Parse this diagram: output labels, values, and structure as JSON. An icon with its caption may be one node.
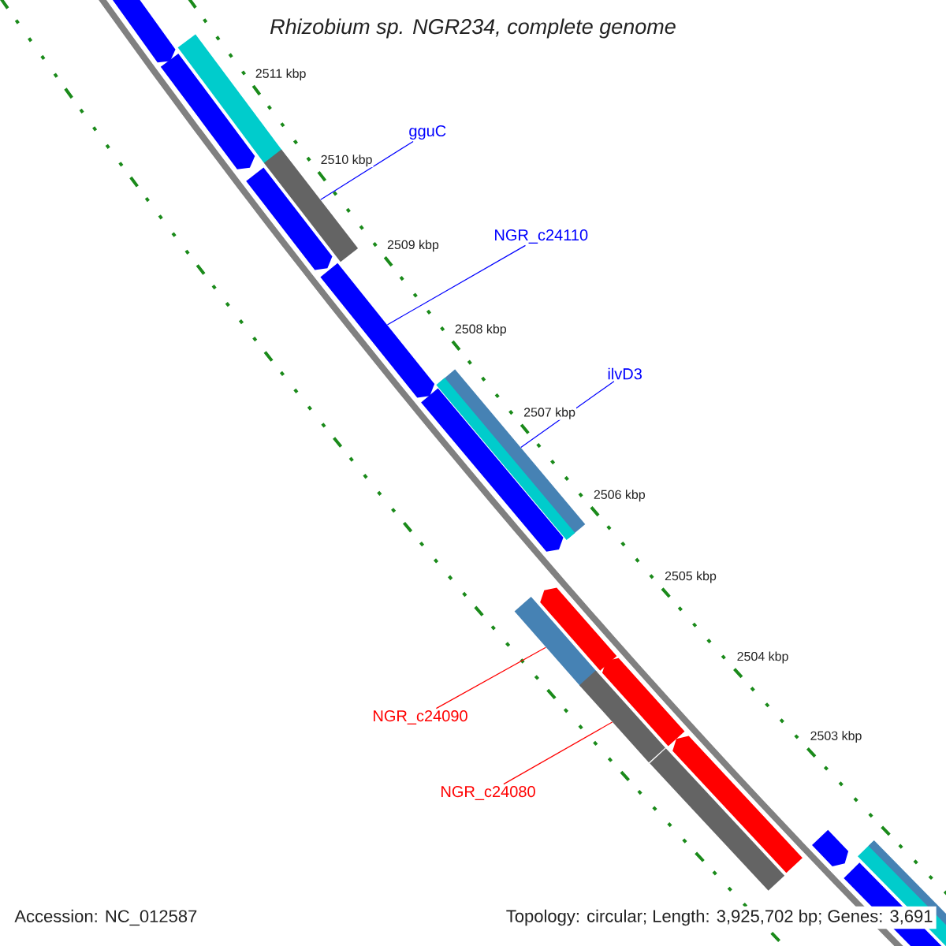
{
  "diagram": {
    "title": "Rhizobium sp. NGR234, complete genome",
    "nodes": [
      {
        "text": [
          "gguC"
        ]
      },
      {
        "text": [
          "NGR_c24110"
        ]
      },
      {
        "text": [
          "ilvD3"
        ]
      },
      {
        "text": [
          "NGR_c24090"
        ]
      },
      {
        "text": [
          "NGR_c24080"
        ]
      },
      {
        "text": [],
        "shape": "arrow"
      },
      {
        "text": [],
        "shape": "box"
      },
      {
        "text": [],
        "shape": "arrow"
      },
      {
        "text": [],
        "shape": "box"
      },
      {
        "text": [],
        "shape": "arrow"
      },
      {
        "text": [],
        "shape": "arrow"
      },
      {
        "text": [],
        "shape": "box"
      },
      {
        "text": [],
        "shape": "arrow"
      },
      {
        "text": [],
        "shape": "arrow"
      },
      {
        "text": [],
        "shape": "box"
      },
      {
        "text": [],
        "shape": "arrow"
      },
      {
        "text": [],
        "shape": "box"
      },
      {
        "text": [],
        "shape": "arrow"
      },
      {
        "text": [],
        "shape": "box"
      },
      {
        "text": [],
        "shape": "arrow"
      },
      {
        "text": [],
        "shape": "box"
      },
      {
        "text": [],
        "shape": "arrow"
      }
    ],
    "edges": [
      {
        "from": 0,
        "to": 8,
        "arrow": "none"
      },
      {
        "from": 1,
        "to": 10,
        "arrow": "none"
      },
      {
        "from": 2,
        "to": 11,
        "arrow": "none"
      },
      {
        "from": 3,
        "to": 14,
        "arrow": "none",
        "color": "#ff0000"
      },
      {
        "from": 4,
        "to": 16,
        "arrow": "none",
        "color": "#ff0000"
      }
    ],
    "labels": [
      "2511 kbp",
      "2510 kbp",
      "2509 kbp",
      "2508 kbp",
      "2507 kbp",
      "2506 kbp",
      "2505 kbp",
      "2504 kbp",
      "2503 kbp",
      "Accession: NC_012587",
      "Topology: circular; Length: 3,925,702 bp; Genes: 3,691"
    ]
  }
}
